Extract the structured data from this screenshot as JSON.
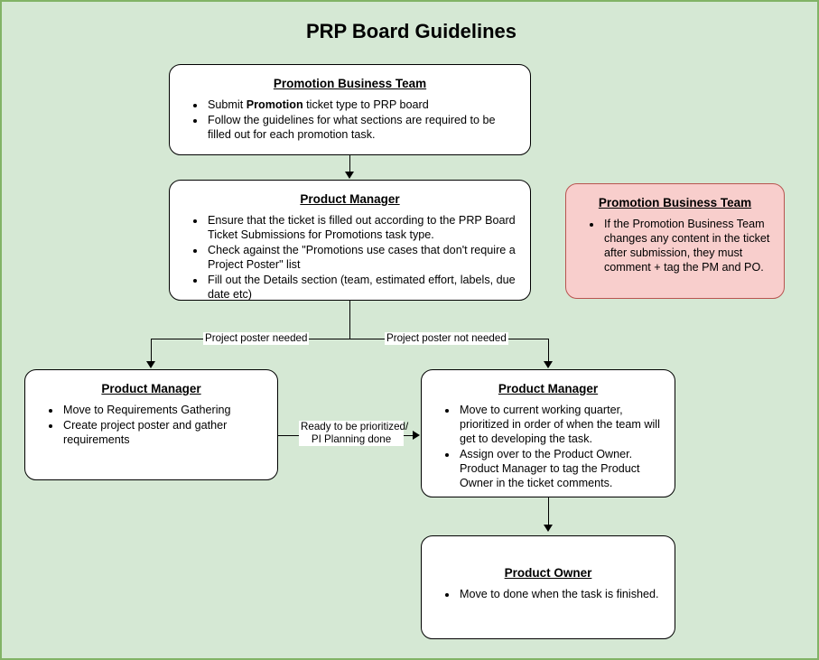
{
  "diagram": {
    "title": "PRP Board Guidelines",
    "colors": {
      "canvas_bg": "#d5e8d4",
      "canvas_border": "#82b366",
      "node_bg": "#ffffff",
      "node_border": "#000000",
      "alert_bg": "#f8cecc",
      "alert_border": "#b85450",
      "connector": "#000000"
    },
    "nodes": {
      "promotion_business_team": {
        "title": "Promotion Business Team",
        "bullets": [
          "Submit Promotion ticket type to PRP board",
          "Follow the guidelines for what sections are required to be filled out for each promotion task."
        ],
        "bullet_1_pre": "Submit ",
        "bullet_1_bold": "Promotion",
        "bullet_1_post": " ticket type to PRP board",
        "bullet_2": "Follow the guidelines for what sections are required to be filled out for each promotion task."
      },
      "product_manager_intake": {
        "title": "Product Manager",
        "bullets": [
          "Ensure that the ticket is filled out according to the PRP Board Ticket Submissions for Promotions task type.",
          "Check against the \"Promotions use cases that don't require a Project Poster\" list",
          "Fill out the Details section (team, estimated effort, labels, due date etc)"
        ]
      },
      "promotion_business_team_alert": {
        "title": "Promotion Business Team",
        "bullets": [
          "If the Promotion Business Team changes any content in the ticket after submission, they must comment + tag the PM and PO."
        ]
      },
      "product_manager_poster": {
        "title": "Product Manager",
        "bullets": [
          "Move to Requirements Gathering",
          "Create project poster and gather requirements"
        ]
      },
      "product_manager_prioritize": {
        "title": "Product Manager",
        "bullets": [
          "Move to current working quarter, prioritized in order of when the team will get to developing the task.",
          "Assign over to the Product Owner. Product Manager to tag the Product Owner in the ticket comments."
        ]
      },
      "product_owner": {
        "title": "Product Owner",
        "bullets": [
          "Move to done when the task is finished."
        ]
      }
    },
    "edge_labels": {
      "poster_needed": "Project poster needed",
      "poster_not_needed": "Project poster not needed",
      "ready_line1": "Ready to be prioritized/",
      "ready_line2": "PI Planning done"
    }
  }
}
